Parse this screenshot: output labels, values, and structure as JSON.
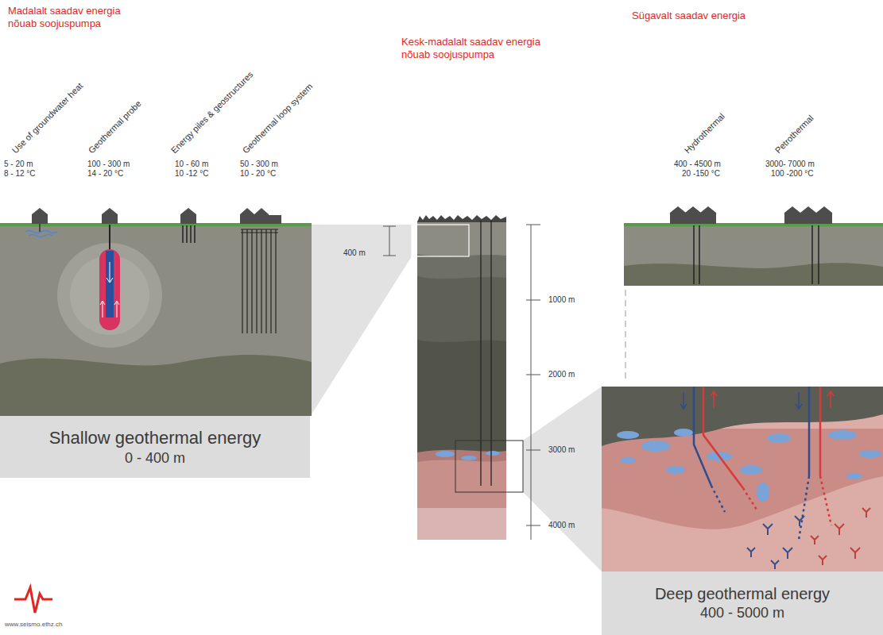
{
  "diagram": {
    "nodes": [
      {
        "text": [
          "Shallow geothermal energy",
          "0 - 400 m"
        ]
      },
      {
        "text": [
          "Deep geothermal energy",
          "400 - 5000 m"
        ]
      }
    ],
    "labels": [
      "Madalalt saadav energia nõuab soojuspumpa",
      "Kesk-madalalt saadav energia nõuab soojuspumpa",
      "Sügavalt saadav energia",
      "Use of groundwater heat",
      "Geothermal probe",
      "Energy piles & geostructures",
      "Geothermal loop system",
      "Hydrothermal",
      "Petrothermal",
      "5 - 20 m",
      "8 - 12 °C",
      "100 - 300 m",
      "14 - 20 °C",
      "10 - 60 m",
      "10 -12 °C",
      "50 - 300 m",
      "10 - 20 °C",
      "400 - 4500 m",
      "20 -150 °C",
      "3000- 7000 m",
      "100 -200 °C",
      "400 m",
      "1000 m",
      "2000 m",
      "3000 m",
      "4000 m",
      "www.seismo.ethz.ch"
    ]
  }
}
